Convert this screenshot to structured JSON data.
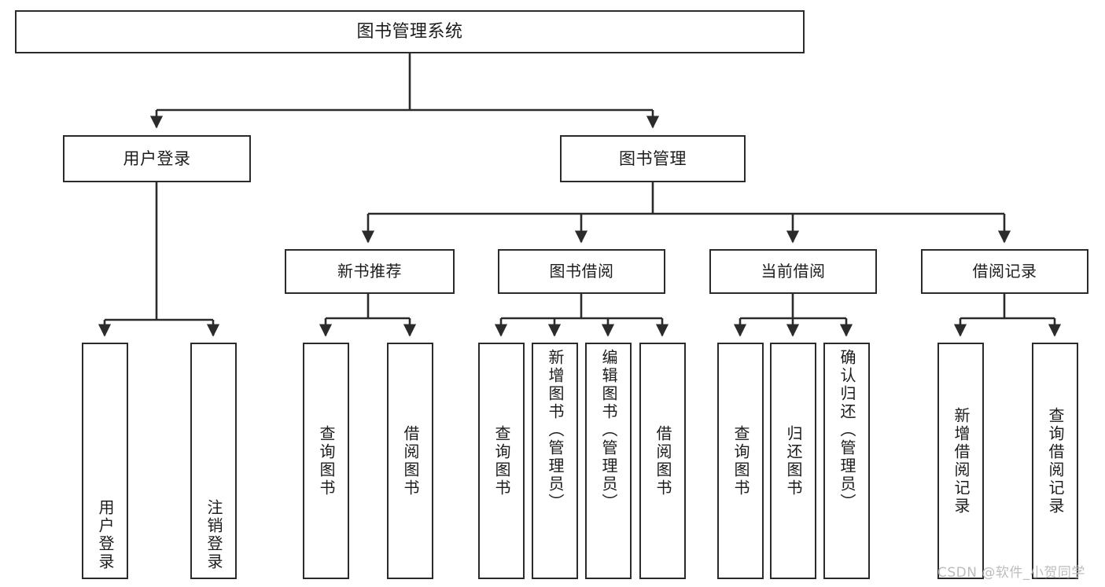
{
  "diagram": {
    "title": "图书管理系统",
    "type": "功能结构图",
    "accent_color": "#2b2b2b",
    "background_color": "#ffffff",
    "edge_color": "#2b2b2b"
  },
  "root": {
    "label": "图书管理系统"
  },
  "level2": [
    {
      "id": "user-login",
      "label": "用户登录"
    },
    {
      "id": "book-management",
      "label": "图书管理"
    }
  ],
  "level3": [
    {
      "id": "new-book-recommend",
      "label": "新书推荐"
    },
    {
      "id": "book-borrow",
      "label": "图书借阅"
    },
    {
      "id": "current-borrow",
      "label": "当前借阅"
    },
    {
      "id": "borrow-record",
      "label": "借阅记录"
    }
  ],
  "leaves": {
    "user_login": [
      {
        "id": "leaf-user-login",
        "label": "用户登录"
      },
      {
        "id": "leaf-logout-login",
        "label": "注销登录"
      }
    ],
    "new_book_recommend": [
      {
        "id": "leaf-query-book-1",
        "label": "查询图书"
      },
      {
        "id": "leaf-borrow-book-1",
        "label": "借阅图书"
      }
    ],
    "book_borrow": [
      {
        "id": "leaf-query-book-2",
        "label": "查询图书"
      },
      {
        "id": "leaf-add-book",
        "label": "新增图书（管理员）"
      },
      {
        "id": "leaf-edit-book",
        "label": "编辑图书（管理员）"
      },
      {
        "id": "leaf-borrow-book-2",
        "label": "借阅图书"
      }
    ],
    "current_borrow": [
      {
        "id": "leaf-query-book-3",
        "label": "查询图书"
      },
      {
        "id": "leaf-return-book",
        "label": "归还图书"
      },
      {
        "id": "leaf-confirm-return",
        "label": "确认归还（管理员）"
      }
    ],
    "borrow_record": [
      {
        "id": "leaf-add-record",
        "label": "新增借阅记录"
      },
      {
        "id": "leaf-query-record",
        "label": "查询借阅记录"
      }
    ]
  },
  "watermark": {
    "text": "CSDN @软件_小贺同学"
  }
}
